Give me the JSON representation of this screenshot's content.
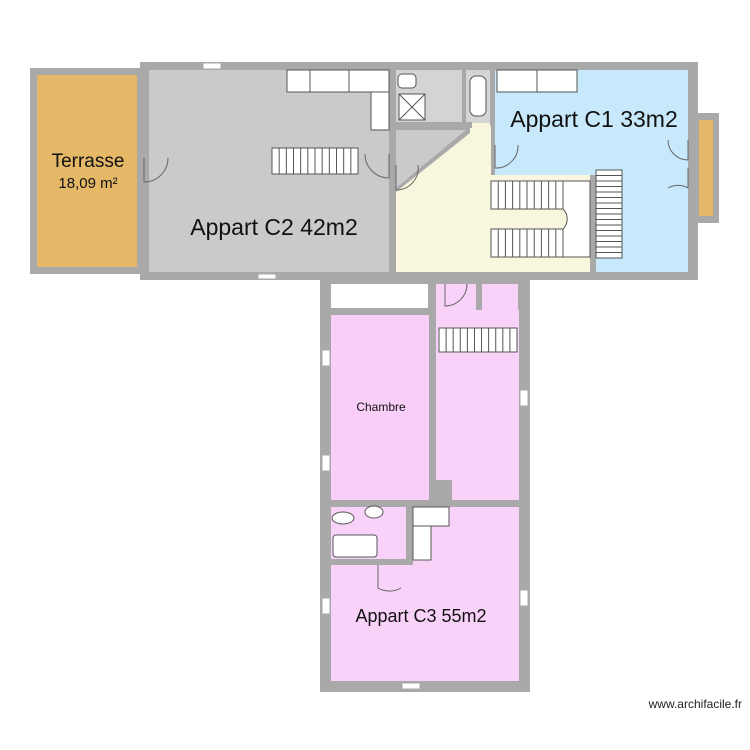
{
  "plan": {
    "rooms": [
      {
        "id": "terrasse",
        "name": "Terrasse",
        "area": "18,09 m²",
        "color": "#e4b866"
      },
      {
        "id": "c2",
        "name": "Appart C2 42m2",
        "color": "#cacaca"
      },
      {
        "id": "hall",
        "name": "",
        "color": "#f8f6dc"
      },
      {
        "id": "c1",
        "name": "Appart C1 33m2",
        "color": "#c8e8fb"
      },
      {
        "id": "chambre",
        "name": "Chambre",
        "color": "#f9cef9"
      },
      {
        "id": "c3",
        "name": "Appart C3 55m2",
        "color": "#f9d2f9"
      }
    ],
    "wall_color": "#a9a9a9"
  },
  "footer": {
    "watermark": "www.archifacile.fr"
  }
}
